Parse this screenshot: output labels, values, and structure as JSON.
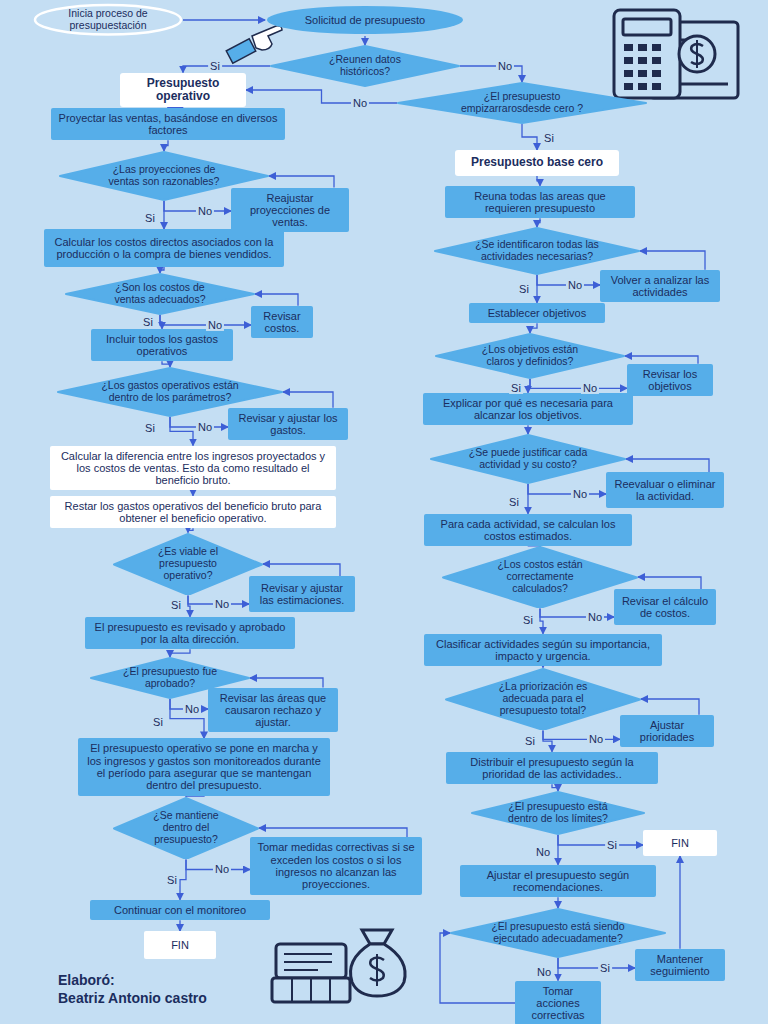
{
  "diagram": {
    "nodes": [
      {
        "text": [
          "Inicia proceso de presupuestación"
        ]
      },
      {
        "text": [
          "Solicitud de presupuesto"
        ]
      },
      {
        "text": [
          "¿Reunen datos históricos?"
        ]
      },
      {
        "text": [
          "Presupuesto operativo"
        ]
      },
      {
        "text": [
          "¿El presupuesto empizarrarosdesde cero ?"
        ]
      },
      {
        "text": [
          "Presupuesto base cero"
        ]
      },
      {
        "text": [
          "Proyectar las ventas, basándose en diversos factores"
        ]
      },
      {
        "text": [
          "¿Las proyecciones de ventas son razonables?"
        ]
      },
      {
        "text": [
          "Reajustar proyecciones de ventas."
        ]
      },
      {
        "text": [
          "Calcular los costos directos asociados con la producción o la compra de bienes vendidos."
        ]
      },
      {
        "text": [
          "¿Son los costos de ventas adecuados?"
        ]
      },
      {
        "text": [
          "Revisar costos."
        ]
      },
      {
        "text": [
          "Incluir todos los gastos operativos"
        ]
      },
      {
        "text": [
          "¿Los gastos operativos están dentro de los parámetros?"
        ]
      },
      {
        "text": [
          "Revisar y ajustar los gastos."
        ]
      },
      {
        "text": [
          "Calcular la diferencia entre los ingresos proyectados y los costos de ventas. Esto da como resultado el beneficio bruto."
        ]
      },
      {
        "text": [
          "Restar los gastos operativos del beneficio bruto para obtener el beneficio operativo."
        ]
      },
      {
        "text": [
          "¿Es viable el presupuesto operativo?"
        ]
      },
      {
        "text": [
          "Revisar y ajustar las estimaciones."
        ]
      },
      {
        "text": [
          "El presupuesto es revisado y aprobado por la alta dirección."
        ]
      },
      {
        "text": [
          "¿El presupuesto fue aprobado?"
        ]
      },
      {
        "text": [
          "Revisar las áreas que causaron rechazo y ajustar."
        ]
      },
      {
        "text": [
          "El presupuesto operativo se pone en marcha y los ingresos y gastos son monitoreados durante el período para asegurar que se mantengan dentro del presupuesto."
        ]
      },
      {
        "text": [
          "¿Se mantiene dentro del presupuesto?"
        ]
      },
      {
        "text": [
          "Tomar medidas correctivas si se exceden los costos o si los ingresos no alcanzan las proyecciones."
        ]
      },
      {
        "text": [
          "Continuar con el monitoreo"
        ]
      },
      {
        "text": [
          "FIN"
        ]
      },
      {
        "text": [
          "Reuna todas las areas que requieren presupuesto"
        ]
      },
      {
        "text": [
          "¿Se identificaron todas las actividades necesarias?"
        ]
      },
      {
        "text": [
          "Volver a analizar las actividades"
        ]
      },
      {
        "text": [
          "Establecer objetivos"
        ]
      },
      {
        "text": [
          "¿Los objetivos están claros y definidos?"
        ]
      },
      {
        "text": [
          "Revisar los objetivos"
        ]
      },
      {
        "text": [
          "Explicar por qué es necesaria para alcanzar los objetivos."
        ]
      },
      {
        "text": [
          "¿Se puede justificar cada actividad y su costo?"
        ]
      },
      {
        "text": [
          "Reevaluar o eliminar la actividad."
        ]
      },
      {
        "text": [
          "Para cada actividad, se calculan los costos estimados."
        ]
      },
      {
        "text": [
          "¿Los costos están correctamente calculados?"
        ]
      },
      {
        "text": [
          "Revisar el cálculo de costos."
        ]
      },
      {
        "text": [
          "Clasificar actividades según su importancia, impacto y urgencia."
        ]
      },
      {
        "text": [
          "¿La priorización es adecuada para el presupuesto total?"
        ]
      },
      {
        "text": [
          "Ajustar prioridades"
        ]
      },
      {
        "text": [
          "Distribuir el presupuesto según la prioridad de las actividades.."
        ]
      },
      {
        "text": [
          "¿El presupuesto está dentro de los límites?"
        ]
      },
      {
        "text": [
          "FIN"
        ]
      },
      {
        "text": [
          "Ajustar el presupuesto según recomendaciones."
        ]
      },
      {
        "text": [
          "¿El presupuesto está siendo ejecutado adecuadamente?"
        ]
      },
      {
        "text": [
          "Mantener seguimiento"
        ]
      },
      {
        "text": [
          "Tomar acciones correctivas"
        ]
      }
    ],
    "edges": [
      {
        "from": 0,
        "to": 1,
        "arrow": "to"
      },
      {
        "from": 1,
        "to": 2,
        "arrow": "to"
      },
      {
        "from": 2,
        "to": 3,
        "label": "Si",
        "arrow": "to"
      },
      {
        "from": 2,
        "to": 4,
        "label": "No",
        "arrow": "to"
      },
      {
        "from": 4,
        "to": 3,
        "label": "No",
        "arrow": "to"
      },
      {
        "from": 4,
        "to": 5,
        "label": "Si",
        "arrow": "to"
      },
      {
        "from": 3,
        "to": 6,
        "arrow": "to"
      },
      {
        "from": 6,
        "to": 7,
        "arrow": "to"
      },
      {
        "from": 7,
        "to": 9,
        "label": "Si",
        "arrow": "to"
      },
      {
        "from": 7,
        "to": 8,
        "label": "No",
        "arrow": "to"
      },
      {
        "from": 8,
        "to": 7,
        "arrow": "to"
      },
      {
        "from": 9,
        "to": 10,
        "arrow": "to"
      },
      {
        "from": 10,
        "to": 12,
        "label": "Si",
        "arrow": "to"
      },
      {
        "from": 10,
        "to": 11,
        "label": "No",
        "arrow": "to"
      },
      {
        "from": 11,
        "to": 10,
        "arrow": "to"
      },
      {
        "from": 12,
        "to": 13,
        "arrow": "to"
      },
      {
        "from": 13,
        "to": 15,
        "label": "Si",
        "arrow": "to"
      },
      {
        "from": 13,
        "to": 14,
        "label": "No",
        "arrow": "to"
      },
      {
        "from": 14,
        "to": 13,
        "arrow": "to"
      },
      {
        "from": 15,
        "to": 16,
        "arrow": "to"
      },
      {
        "from": 16,
        "to": 17,
        "arrow": "to"
      },
      {
        "from": 17,
        "to": 19,
        "label": "Si",
        "arrow": "to"
      },
      {
        "from": 17,
        "to": 18,
        "label": "No",
        "arrow": "to"
      },
      {
        "from": 18,
        "to": 17,
        "arrow": "to"
      },
      {
        "from": 19,
        "to": 20,
        "arrow": "to"
      },
      {
        "from": 20,
        "to": 22,
        "label": "Si",
        "arrow": "to"
      },
      {
        "from": 20,
        "to": 21,
        "label": "No",
        "arrow": "to"
      },
      {
        "from": 21,
        "to": 20,
        "arrow": "to"
      },
      {
        "from": 22,
        "to": 23,
        "arrow": "to"
      },
      {
        "from": 23,
        "to": 25,
        "label": "Si",
        "arrow": "to"
      },
      {
        "from": 23,
        "to": 24,
        "label": "No",
        "arrow": "to"
      },
      {
        "from": 24,
        "to": 23,
        "arrow": "to"
      },
      {
        "from": 25,
        "to": 26,
        "arrow": "to"
      },
      {
        "from": 5,
        "to": 27,
        "arrow": "to"
      },
      {
        "from": 27,
        "to": 28,
        "arrow": "to"
      },
      {
        "from": 28,
        "to": 30,
        "label": "Si",
        "arrow": "to"
      },
      {
        "from": 28,
        "to": 29,
        "label": "No",
        "arrow": "to"
      },
      {
        "from": 29,
        "to": 28,
        "arrow": "to"
      },
      {
        "from": 30,
        "to": 31,
        "arrow": "to"
      },
      {
        "from": 31,
        "to": 33,
        "label": "Si",
        "arrow": "to"
      },
      {
        "from": 31,
        "to": 32,
        "label": "No",
        "arrow": "to"
      },
      {
        "from": 32,
        "to": 31,
        "arrow": "to"
      },
      {
        "from": 33,
        "to": 34,
        "arrow": "to"
      },
      {
        "from": 34,
        "to": 36,
        "label": "Si",
        "arrow": "to"
      },
      {
        "from": 34,
        "to": 35,
        "label": "No",
        "arrow": "to"
      },
      {
        "from": 35,
        "to": 34,
        "arrow": "to"
      },
      {
        "from": 36,
        "to": 37,
        "arrow": "to"
      },
      {
        "from": 37,
        "to": 39,
        "label": "Si",
        "arrow": "to"
      },
      {
        "from": 37,
        "to": 38,
        "label": "No",
        "arrow": "to"
      },
      {
        "from": 38,
        "to": 37,
        "arrow": "to"
      },
      {
        "from": 39,
        "to": 40,
        "arrow": "to"
      },
      {
        "from": 40,
        "to": 42,
        "label": "Si",
        "arrow": "to"
      },
      {
        "from": 40,
        "to": 41,
        "label": "No",
        "arrow": "to"
      },
      {
        "from": 41,
        "to": 40,
        "arrow": "to"
      },
      {
        "from": 42,
        "to": 43,
        "arrow": "to"
      },
      {
        "from": 43,
        "to": 44,
        "label": "Si",
        "arrow": "to"
      },
      {
        "from": 43,
        "to": 45,
        "label": "No",
        "arrow": "to"
      },
      {
        "from": 45,
        "to": 46,
        "arrow": "to"
      },
      {
        "from": 46,
        "to": 47,
        "label": "Si",
        "arrow": "to"
      },
      {
        "from": 46,
        "to": 48,
        "label": "No",
        "arrow": "to"
      },
      {
        "from": 47,
        "to": 44,
        "arrow": "to"
      },
      {
        "from": 48,
        "to": 46,
        "arrow": "to"
      }
    ],
    "labels": [
      "Elaboró:",
      "Beatriz Antonio castro"
    ]
  }
}
